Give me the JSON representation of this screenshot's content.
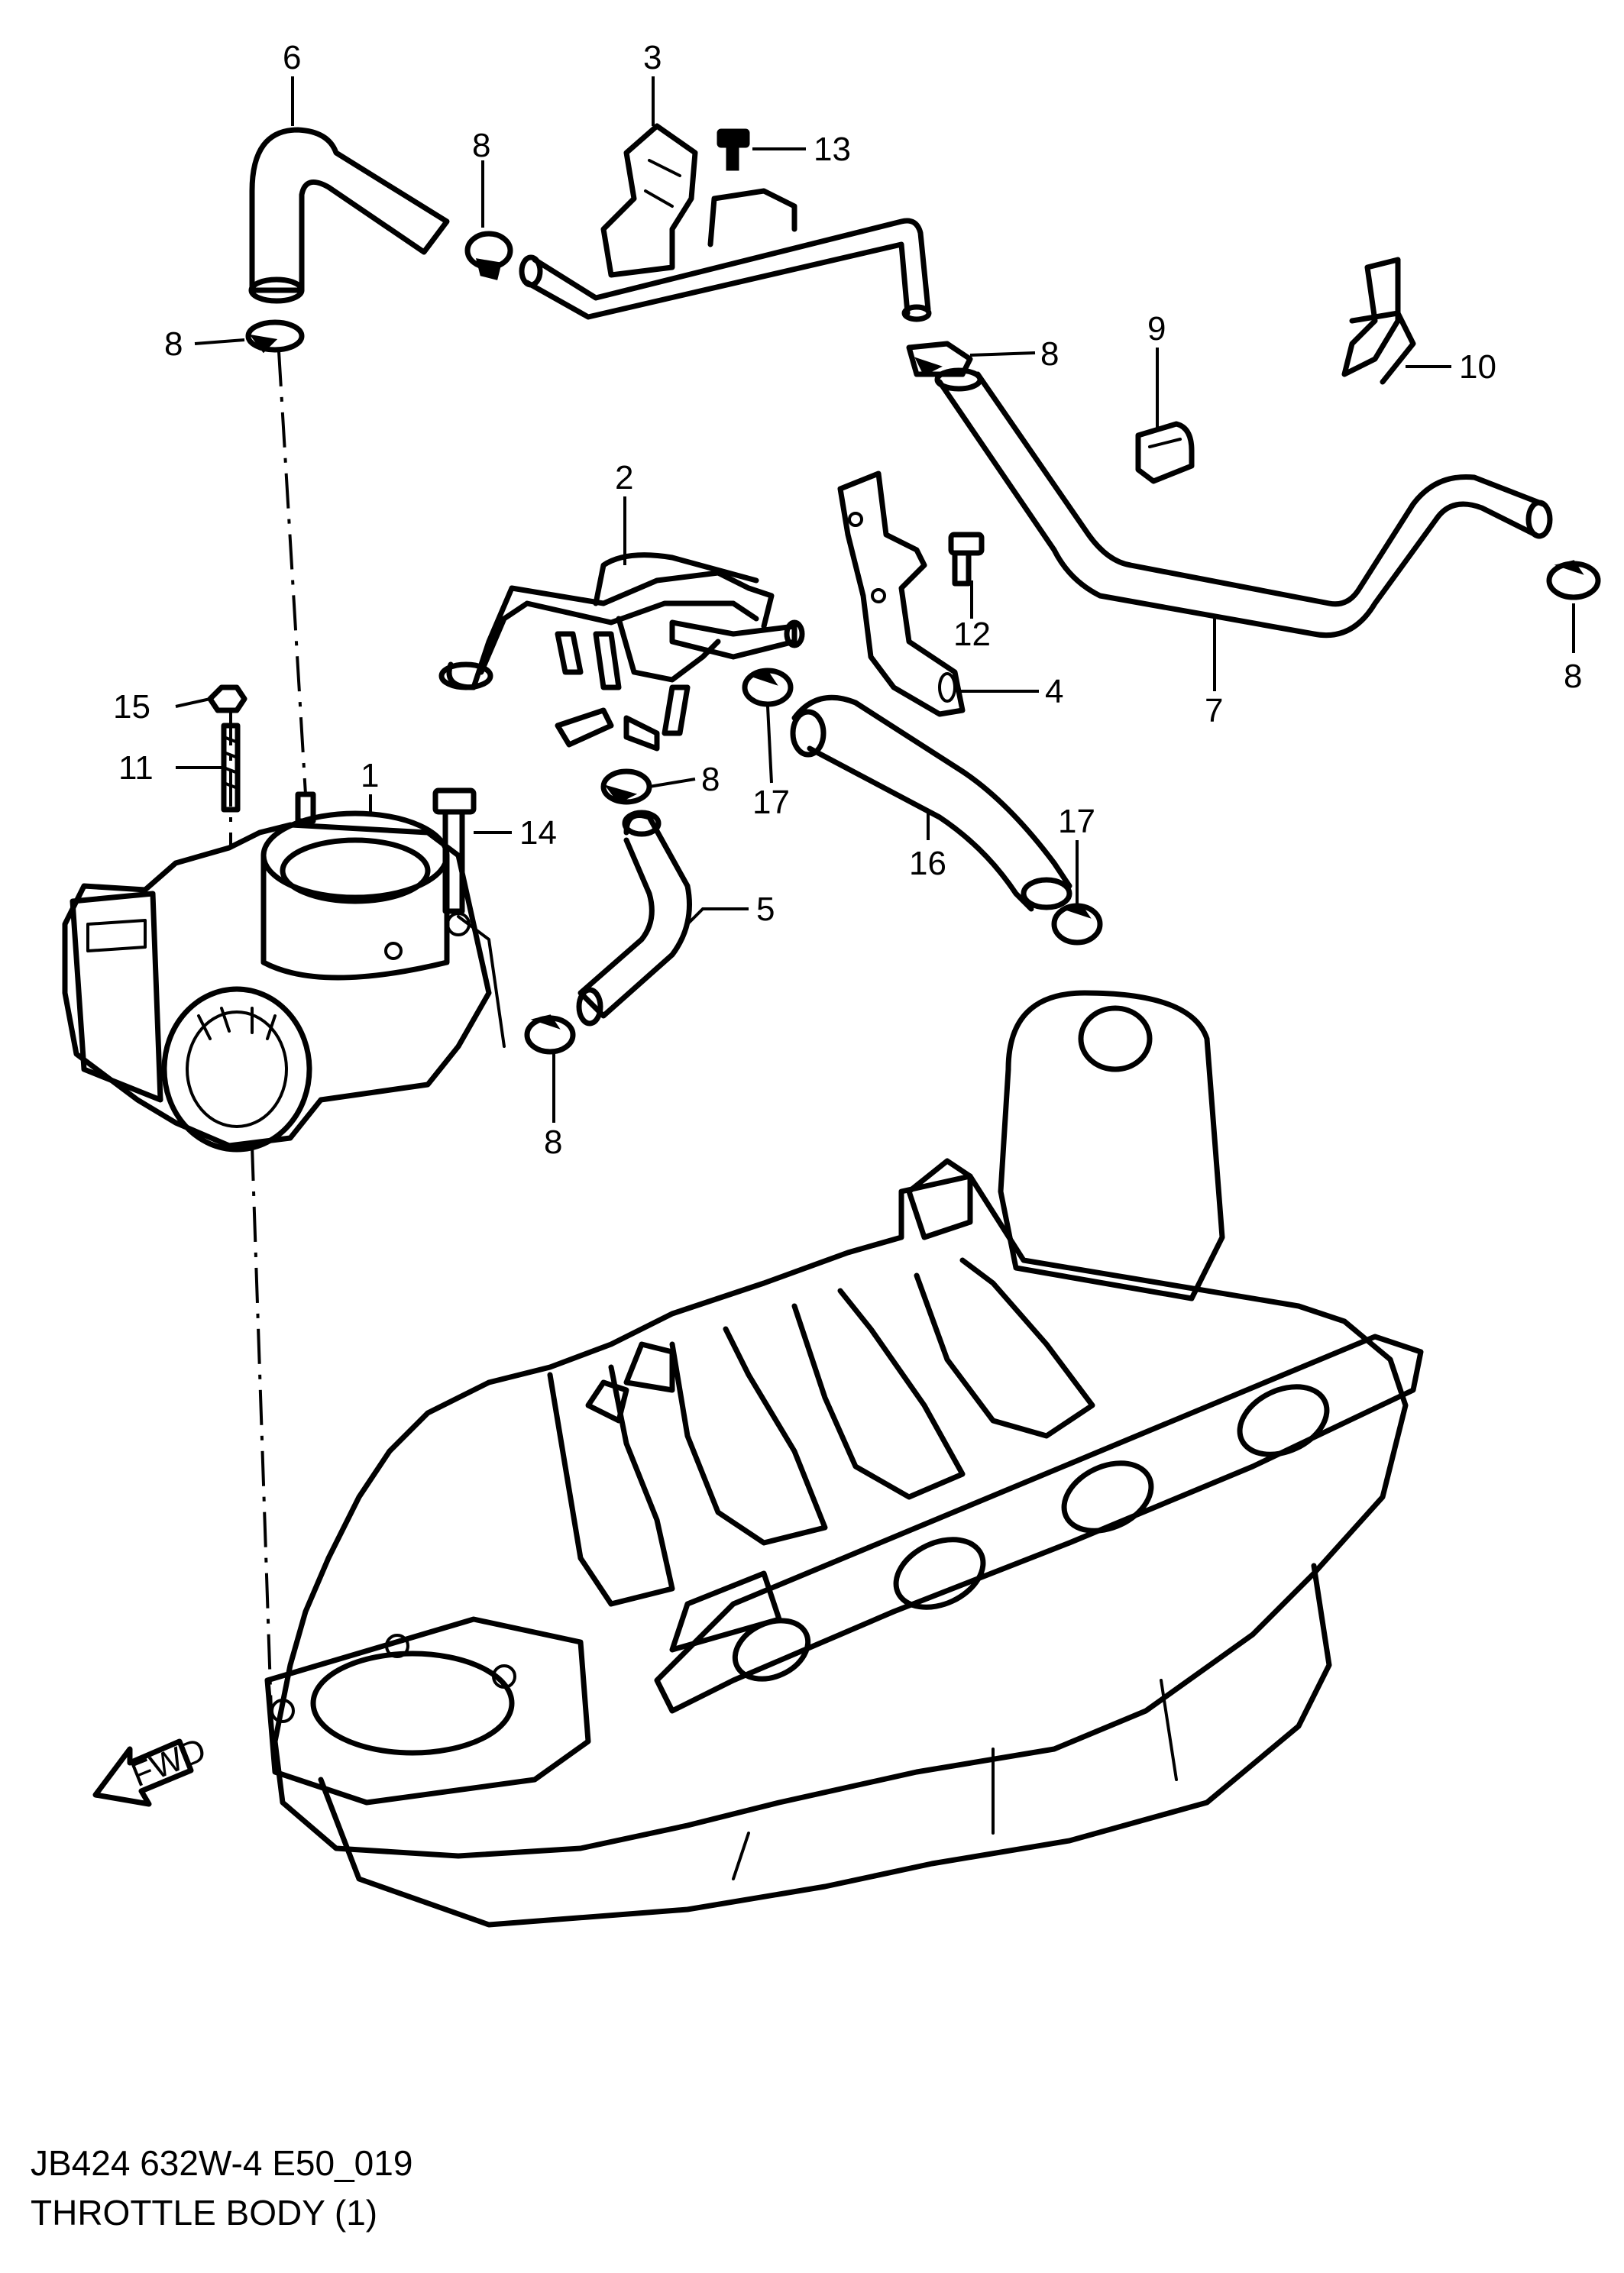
{
  "diagram": {
    "caption": {
      "code": "JB424 632W-4 E50_019",
      "title": "THROTTLE BODY (1)"
    },
    "fwd_label": "FWD",
    "callouts": {
      "c1": "1",
      "c2": "2",
      "c3": "3",
      "c4": "4",
      "c5": "5",
      "c6": "6",
      "c7": "7",
      "c8a": "8",
      "c8b": "8",
      "c8c": "8",
      "c8d": "8",
      "c8e": "8",
      "c8f": "8",
      "c9": "9",
      "c10": "10",
      "c11": "11",
      "c12": "12",
      "c13": "13",
      "c14": "14",
      "c15": "15",
      "c16": "16",
      "c17a": "17",
      "c17b": "17"
    }
  }
}
